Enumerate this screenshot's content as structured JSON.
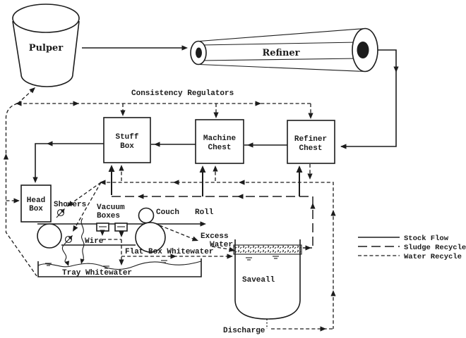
{
  "colors": {
    "ink": "#1c1c1c",
    "paper": "#ffffff"
  },
  "equipment": {
    "pulper": "Pulper",
    "refiner": "Refiner",
    "stuff_box": [
      "Stuff",
      "Box"
    ],
    "machine_chest": [
      "Machine",
      "Chest"
    ],
    "refiner_chest": [
      "Refiner",
      "Chest"
    ],
    "head_box": [
      "Head",
      "Box"
    ],
    "saveall": "Saveall"
  },
  "labels": {
    "consistency_regulators": "Consistency Regulators",
    "showers": "Showers",
    "vacuum_boxes": [
      "Vacuum",
      "Boxes"
    ],
    "couch": "Couch",
    "roll": "Roll",
    "wire": "Wire",
    "excess_water": [
      "Excess",
      "Water"
    ],
    "flat_box_whitewater": "Flat Box Whitewater",
    "tray_whitewater": "Tray Whitewater",
    "discharge": "Discharge"
  },
  "legend": {
    "items": [
      {
        "style": "solid",
        "label": "Stock Flow"
      },
      {
        "style": "long-dash",
        "label": "Sludge Recycle"
      },
      {
        "style": "short-dash",
        "label": "Water Recycle"
      }
    ]
  }
}
